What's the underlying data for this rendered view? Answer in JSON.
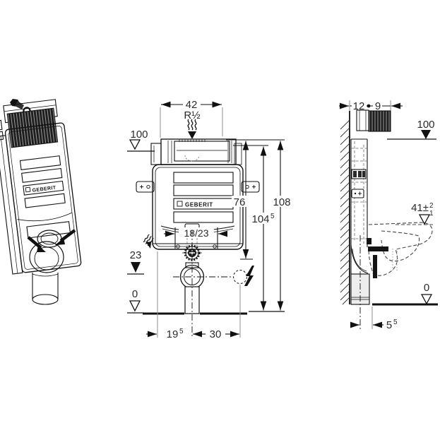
{
  "drawing": {
    "brand_logo": "GEBERIT",
    "front_view": {
      "width_top": "42",
      "thread_size": "R½",
      "level_100": "100",
      "height_76": "76",
      "height_108": "108",
      "height_104": "104",
      "height_104_sup": "5",
      "bracket_range": "18/23",
      "level_23": "23",
      "level_0": "0",
      "offset_19": "19",
      "offset_19_sup": "5",
      "offset_30": "30"
    },
    "side_view": {
      "depth_12": "12",
      "depth_9": "9",
      "level_100": "100",
      "seat_height": "41±",
      "seat_tol_plus": "2",
      "seat_tol_minus": "1",
      "level_0": "0",
      "offset_5": "5",
      "offset_5_sup": "5"
    },
    "colors": {
      "line": "#111111",
      "text": "#2b2b2b",
      "extension": "#8f8f8f"
    }
  }
}
